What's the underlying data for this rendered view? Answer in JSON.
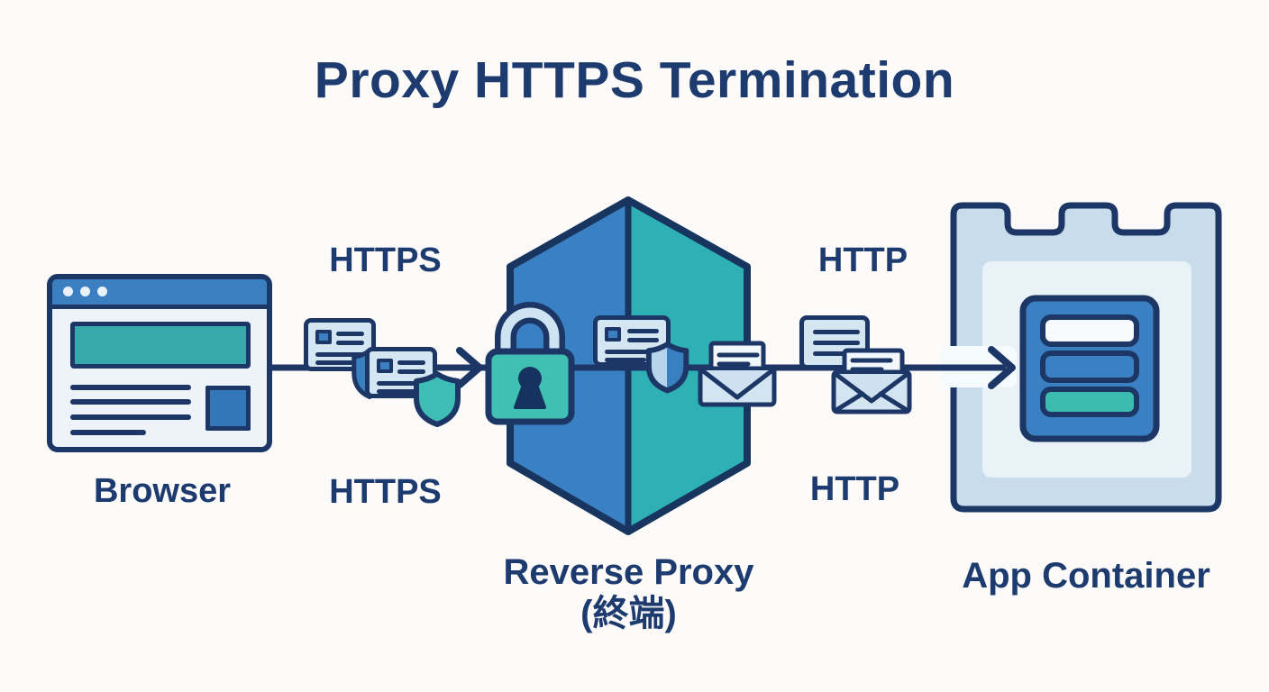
{
  "title": "Proxy HTTPS Termination",
  "nodes": {
    "browser": {
      "label": "Browser"
    },
    "reverse_proxy": {
      "label": "Reverse Proxy",
      "sublabel": "(終端)"
    },
    "app_container": {
      "label": "App Container"
    }
  },
  "flows": {
    "browser_to_proxy": {
      "protocol": "HTTPS",
      "label_above": "HTTPS",
      "label_below": "HTTPS"
    },
    "proxy_to_app": {
      "protocol": "HTTP",
      "label_above": "HTTP",
      "label_below": "HTTP"
    }
  },
  "icons": {
    "browser_window": "browser-window-icon",
    "padlock": "padlock-icon",
    "tls_shield": "shield-icon",
    "message_card": "message-card-icon",
    "envelope": "envelope-icon",
    "proxy_hexagon": "proxy-hexagon-icon",
    "app_container": "app-container-icon",
    "flow_arrow": "arrow-right-icon"
  },
  "colors": {
    "background": "#fcfbf9",
    "outline_navy": "#1c3766",
    "text_navy": "#1d3b6e",
    "blue": "#3a80c2",
    "teal": "#2fb0b5",
    "lock_teal": "#40bfb3",
    "card_light_blue": "#d5e6f3",
    "envelope_light": "#d3e4f2",
    "letter_white": "#f3f8fc",
    "container_light": "#c9dcec",
    "container_panel": "#e9f2f7"
  }
}
